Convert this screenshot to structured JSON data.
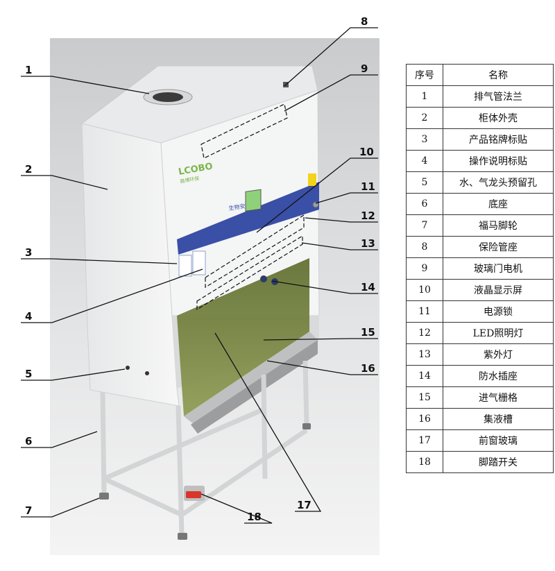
{
  "brand": {
    "logo_text": "LCOBO",
    "logo_sub": "路博环保"
  },
  "panel_text": "生物安全柜",
  "callouts": [
    "1",
    "2",
    "3",
    "4",
    "5",
    "6",
    "7",
    "8",
    "9",
    "10",
    "11",
    "12",
    "13",
    "14",
    "15",
    "16",
    "17",
    "18"
  ],
  "table": {
    "headers": [
      "序号",
      "名称"
    ],
    "rows": [
      {
        "no": "1",
        "name": "排气管法兰"
      },
      {
        "no": "2",
        "name": "柜体外壳"
      },
      {
        "no": "3",
        "name": "产品铭牌标贴"
      },
      {
        "no": "4",
        "name": "操作说明标贴"
      },
      {
        "no": "5",
        "name": "水、气龙头预留孔"
      },
      {
        "no": "6",
        "name": "底座"
      },
      {
        "no": "7",
        "name": "福马脚轮"
      },
      {
        "no": "8",
        "name": "保险管座"
      },
      {
        "no": "9",
        "name": "玻璃门电机"
      },
      {
        "no": "10",
        "name": "液晶显示屏"
      },
      {
        "no": "11",
        "name": "电源锁"
      },
      {
        "no": "12",
        "name": "LED照明灯"
      },
      {
        "no": "13",
        "name": "紫外灯"
      },
      {
        "no": "14",
        "name": "防水插座"
      },
      {
        "no": "15",
        "name": "进气栅格"
      },
      {
        "no": "16",
        "name": "集液槽"
      },
      {
        "no": "17",
        "name": "前窗玻璃"
      },
      {
        "no": "18",
        "name": "脚踏开关"
      }
    ]
  },
  "colors": {
    "band": "#3a4fa6",
    "glass": "#7f8f3f",
    "shell": "#f1f2f2",
    "logo": "#7ab648",
    "pedal": "#d9352b"
  }
}
